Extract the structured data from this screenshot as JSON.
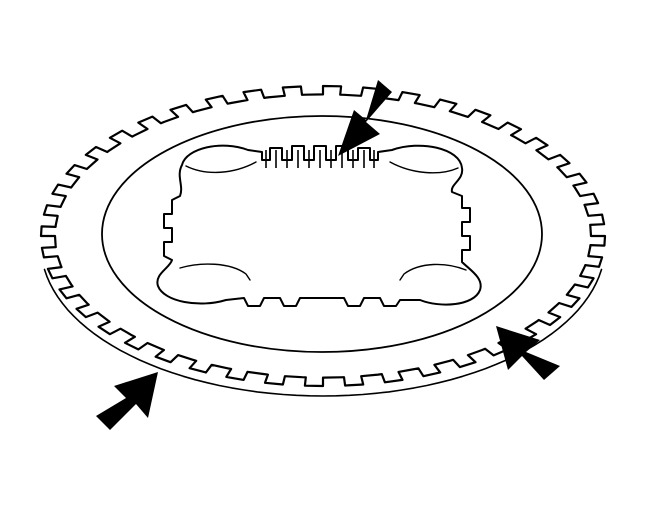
{
  "figure": {
    "subject": "gear-ring-plate",
    "background_color": "#ffffff",
    "line_color": "#000000",
    "arrow_color": "#000000",
    "outer_teeth_count": 44,
    "inner_spline_teeth_count": 9,
    "arrow_count": 3,
    "arrows": [
      {
        "id": "arrow-top",
        "points_to": "inner-spline-teeth"
      },
      {
        "id": "arrow-right",
        "points_to": "outer-rim-mark"
      },
      {
        "id": "arrow-bottom-left",
        "points_to": "outer-rim-mark"
      }
    ]
  }
}
